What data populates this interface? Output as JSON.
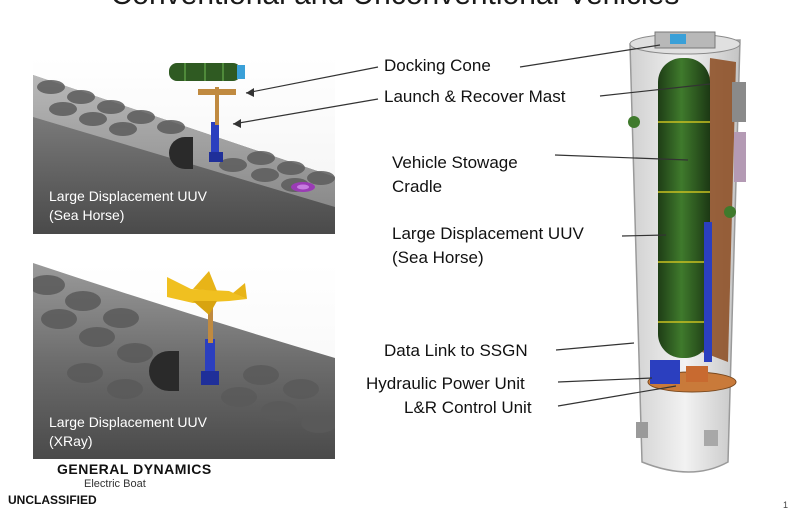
{
  "title": "Conventional and Unconventional Vehicles",
  "panels": [
    {
      "label_line1": "Large Displacement UUV",
      "label_line2": "(Sea Horse)"
    },
    {
      "label_line1": "Large Displacement UUV",
      "label_line2": "(XRay)"
    }
  ],
  "callouts": {
    "docking_cone": "Docking Cone",
    "launch_recover_mast": "Launch & Recover Mast",
    "vehicle_stowage_line1": "Vehicle Stowage",
    "vehicle_stowage_line2": "Cradle",
    "lduuv_line1": "Large Displacement UUV",
    "lduuv_line2": "(Sea Horse)",
    "data_link": "Data Link to SSGN",
    "hydraulic_power": "Hydraulic Power Unit",
    "lr_control": "L&R Control Unit"
  },
  "footer": {
    "company": "GENERAL DYNAMICS",
    "division": "Electric Boat",
    "classification": "UNCLASSIFIED",
    "page_number": "1"
  },
  "colors": {
    "hull_gray": "#6e6e6e",
    "uuv_green": "#2f5a22",
    "mast_blue": "#2b3fbf",
    "xray_yellow": "#f0c020",
    "cradle_brown": "#8b4a1e"
  }
}
